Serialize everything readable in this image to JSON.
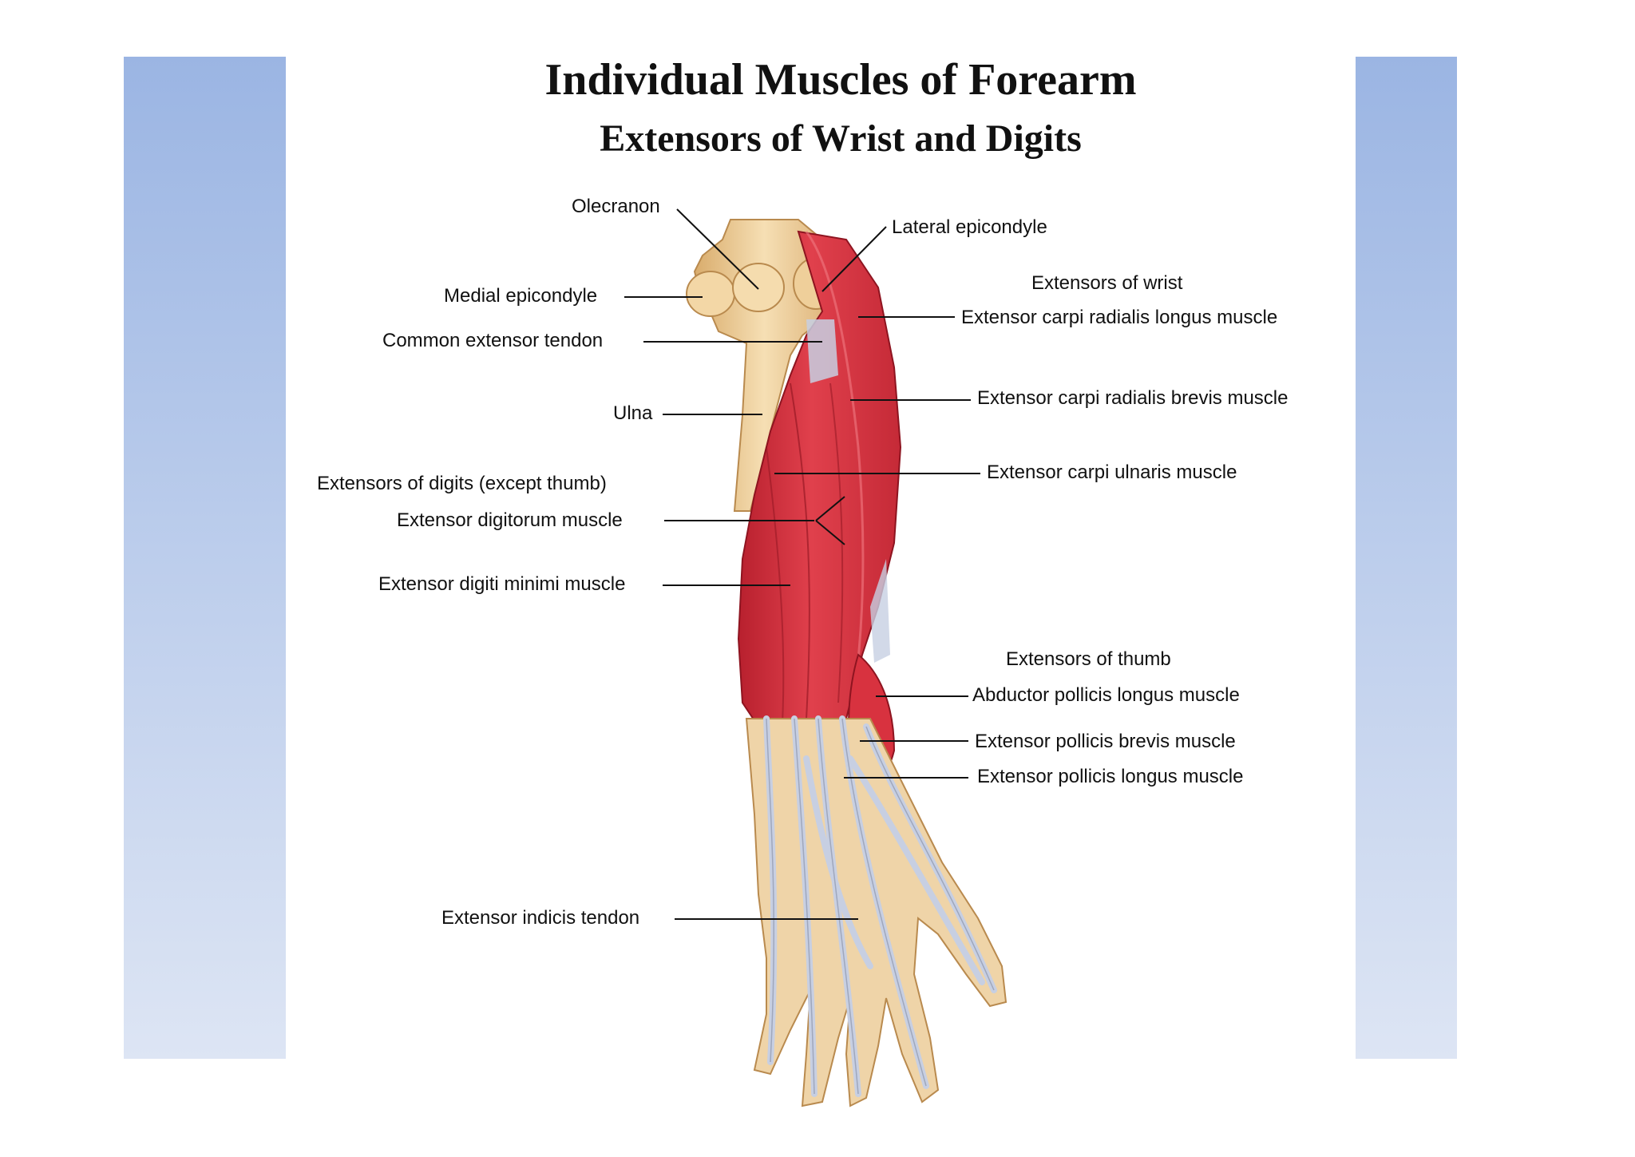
{
  "title": "Individual Muscles of Forearm",
  "subtitle": "Extensors of Wrist and Digits",
  "colors": {
    "side_bar_top": "#9bb5e3",
    "side_bar_bottom": "#dde5f4",
    "muscle": "#d8323f",
    "tendon": "#c7cfe2",
    "bone": "#efcf9a"
  },
  "labels": {
    "olecranon": "Olecranon",
    "lateral_epicondyle": "Lateral epicondyle",
    "medial_epicondyle": "Medial epicondyle",
    "common_extensor_tendon": "Common extensor tendon",
    "ulna": "Ulna",
    "extensors_of_digits_heading": "Extensors of digits (except thumb)",
    "extensor_digitorum": "Extensor digitorum muscle",
    "extensor_digiti_minimi": "Extensor digiti minimi muscle",
    "extensor_indicis_tendon": "Extensor indicis tendon",
    "extensors_of_wrist_heading": "Extensors of wrist",
    "ecrl": "Extensor carpi radialis longus muscle",
    "ecrb": "Extensor carpi radialis brevis muscle",
    "ecu": "Extensor carpi ulnaris muscle",
    "extensors_of_thumb_heading": "Extensors of thumb",
    "apl": "Abductor pollicis longus muscle",
    "epb": "Extensor pollicis brevis muscle",
    "epl": "Extensor pollicis longus muscle"
  }
}
